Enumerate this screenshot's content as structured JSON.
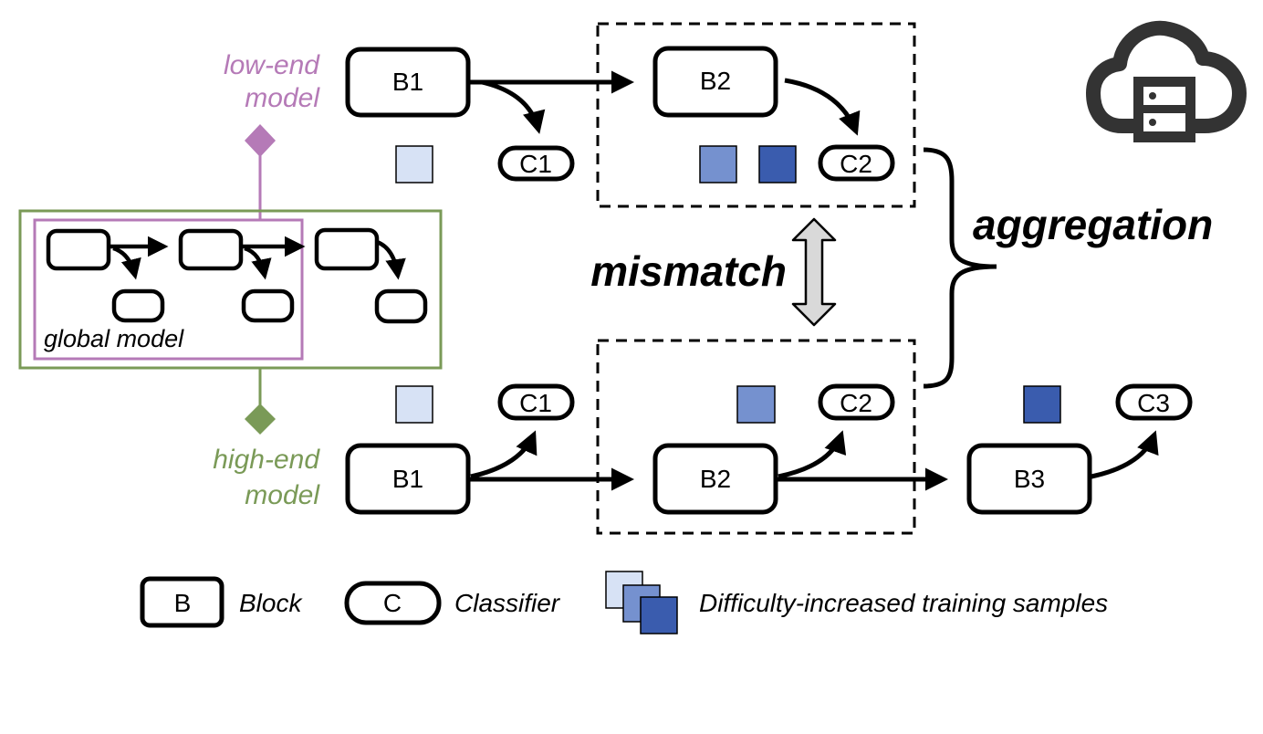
{
  "colors": {
    "purple": "#B57AB7",
    "green": "#7A9A57",
    "sample_light": "#D7E2F5",
    "sample_mid": "#7591CF",
    "sample_dark": "#3A5CAE",
    "mismatch_arrow": "#D9D9D9"
  },
  "low_end": {
    "label_line1": "low-end",
    "label_line2": "model",
    "b1": "B1",
    "c1": "C1",
    "b2": "B2",
    "c2": "C2"
  },
  "high_end": {
    "label_line1": "high-end",
    "label_line2": "model",
    "b1": "B1",
    "c1": "C1",
    "b2": "B2",
    "c2": "C2",
    "b3": "B3",
    "c3": "C3"
  },
  "global": {
    "label": "global model"
  },
  "mismatch": "mismatch",
  "aggregation": "aggregation",
  "cloud_icon": "cloud-server-icon",
  "legend": {
    "block_symbol": "B",
    "block_label": "Block",
    "classifier_symbol": "C",
    "classifier_label": "Classifier",
    "samples_label": "Difficulty-increased training samples"
  }
}
